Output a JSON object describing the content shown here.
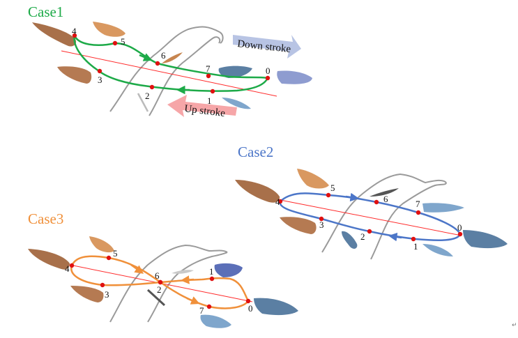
{
  "colors": {
    "case1": "#1daa48",
    "case2": "#4c76c8",
    "case3": "#f0903a",
    "chord": "#ff2a2a",
    "point": "#e01010",
    "wing_dark": "#a8704a",
    "wing_light": "#d99860",
    "wing_blue": "#5b7fa3",
    "wing_blue_light": "#7fa6cc",
    "wing_lavender": "#8e9cd0",
    "body_outline": "#9a9a9a",
    "down_arrow": "#b8c4e4",
    "up_arrow": "#f6a6a8"
  },
  "cases": [
    {
      "id": "case1",
      "label": "Case1",
      "point_labels": [
        "0",
        "1",
        "2",
        "3",
        "4",
        "5",
        "6",
        "7"
      ]
    },
    {
      "id": "case2",
      "label": "Case2",
      "point_labels": [
        "0",
        "1",
        "2",
        "3",
        "4",
        "5",
        "6",
        "7"
      ]
    },
    {
      "id": "case3",
      "label": "Case3",
      "point_labels": [
        "0",
        "1",
        "2",
        "3",
        "4",
        "5",
        "6",
        "7"
      ]
    }
  ],
  "arrows": {
    "down_stroke": "Down stroke",
    "up_stroke": "Up stroke"
  },
  "return_mark": "↵"
}
